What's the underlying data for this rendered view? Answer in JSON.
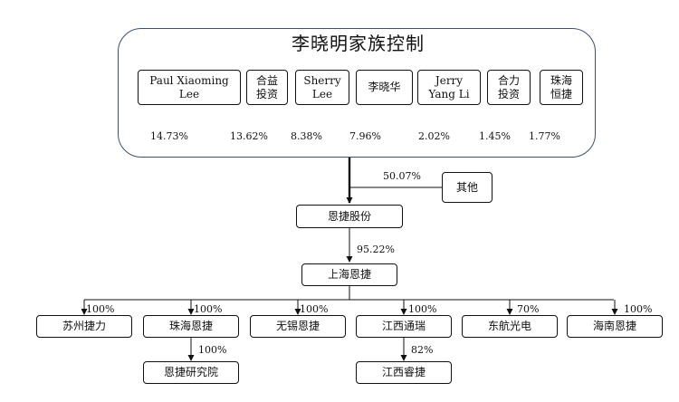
{
  "family": {
    "title": "李晓明家族控制",
    "members": [
      {
        "name": "Paul Xiaoming\nLee",
        "share": "14.73%"
      },
      {
        "name": "合益\n投资",
        "share": "13.62%"
      },
      {
        "name": "Sherry\nLee",
        "share": "8.38%"
      },
      {
        "name": "李晓华",
        "share": "7.96%"
      },
      {
        "name": "Jerry\nYang Li",
        "share": "2.02%"
      },
      {
        "name": "合力\n投资",
        "share": "1.45%"
      },
      {
        "name": "珠海\n恒捷",
        "share": "1.77%"
      }
    ]
  },
  "others": {
    "name": "其他"
  },
  "family_to_company_share": "50.07%",
  "company": {
    "name": "恩捷股份"
  },
  "company_to_shanghai_share": "95.22%",
  "shanghai": {
    "name": "上海恩捷"
  },
  "subsidiaries": [
    {
      "name": "苏州捷力",
      "share": "100%"
    },
    {
      "name": "珠海恩捷",
      "share": "100%"
    },
    {
      "name": "无锡恩捷",
      "share": "100%"
    },
    {
      "name": "江西通瑞",
      "share": "100%"
    },
    {
      "name": "东航光电",
      "share": "70%"
    },
    {
      "name": "海南恩捷",
      "share": "100%"
    }
  ],
  "grandchildren": [
    {
      "name": "恩捷研究院",
      "share": "100%"
    },
    {
      "name": "江西睿捷",
      "share": "82%"
    }
  ]
}
